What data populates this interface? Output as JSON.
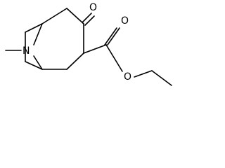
{
  "structure": {
    "atoms": {
      "ring_nitrogen": "N",
      "ketone_oxygen": "O",
      "ester_carbonyl_oxygen": "O",
      "ester_ether_oxygen": "O"
    }
  },
  "colors": {
    "bond": "#000000",
    "label": "#000000",
    "background": "#ffffff"
  }
}
